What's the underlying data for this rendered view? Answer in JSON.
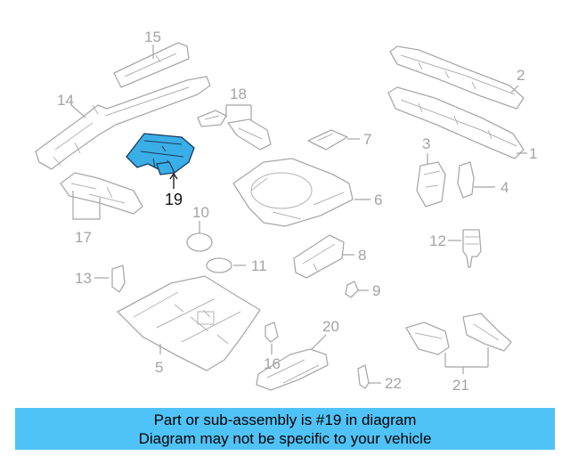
{
  "diagram": {
    "highlighted_part": "19",
    "highlight_color": "#3aaee6",
    "callouts": [
      "1",
      "2",
      "3",
      "4",
      "5",
      "6",
      "7",
      "8",
      "9",
      "10",
      "11",
      "12",
      "13",
      "14",
      "15",
      "16",
      "17",
      "18",
      "19",
      "20",
      "21",
      "22"
    ]
  },
  "banner": {
    "line1": "Part or sub-assembly is #19 in diagram",
    "line2": "Diagram may not be specific to your vehicle",
    "background_color": "#4fc3f7"
  }
}
